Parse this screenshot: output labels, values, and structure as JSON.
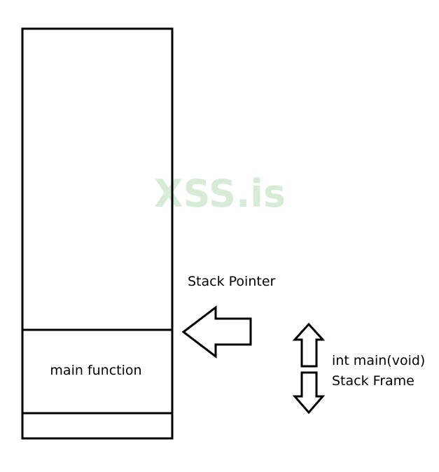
{
  "diagram": {
    "stack_pointer_label": "Stack Pointer",
    "main_function_label": "main function",
    "frame_label_line1": "int main(void)",
    "frame_label_line2": "Stack Frame",
    "watermark": "XSS.is"
  },
  "colors": {
    "stroke": "#000000",
    "watermark": "#cfe9cf",
    "background": "#ffffff"
  },
  "icons": {
    "pointer_arrow": "left-arrow-icon",
    "frame_up_arrow": "up-arrow-icon",
    "frame_down_arrow": "down-arrow-icon"
  }
}
